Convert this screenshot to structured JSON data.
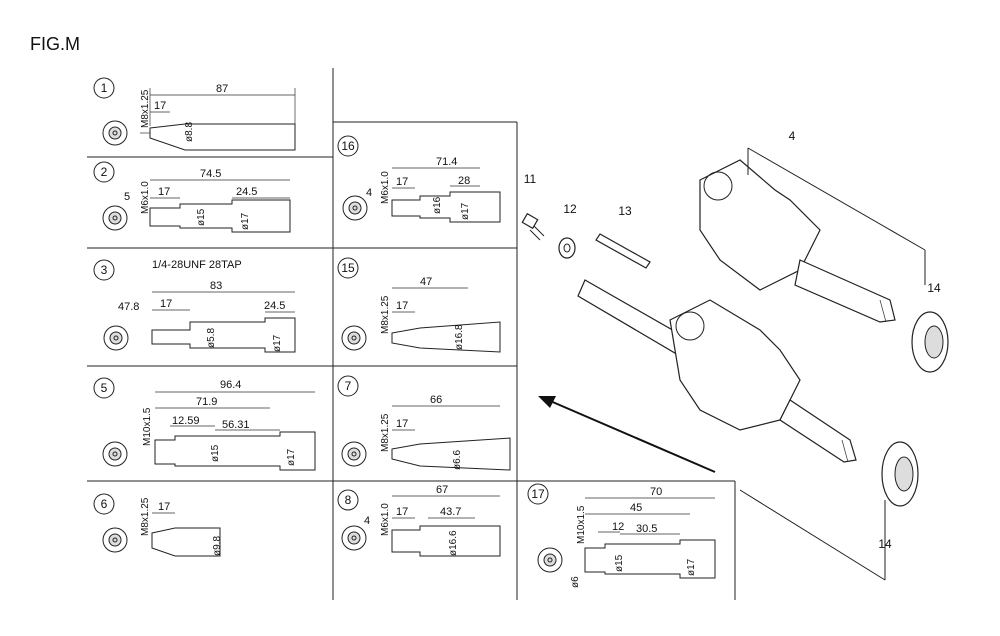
{
  "figure_label": "FIG.M",
  "shafts": [
    {
      "id": "1",
      "dims": [
        "87",
        "17"
      ],
      "thread": "M8x1.25",
      "dia": [
        "ø8.8"
      ]
    },
    {
      "id": "2",
      "dims": [
        "74.5",
        "17",
        "24.5",
        "5"
      ],
      "thread": "M6x1.0",
      "dia": [
        "ø15",
        "ø17"
      ]
    },
    {
      "id": "3",
      "dims": [
        "83",
        "17",
        "24.5",
        "47.8"
      ],
      "thread": "1/4-28UNF 28TAP",
      "dia": [
        "ø5.8",
        "ø17"
      ]
    },
    {
      "id": "5",
      "dims": [
        "96.4",
        "71.9",
        "12.59",
        "56.31"
      ],
      "thread": "M10x1.5",
      "dia": [
        "ø15",
        "ø17"
      ]
    },
    {
      "id": "6",
      "dims": [
        "17"
      ],
      "thread": "M8x1.25",
      "dia": [
        "ø9.8"
      ]
    },
    {
      "id": "16",
      "dims": [
        "71.4",
        "17",
        "28",
        "4"
      ],
      "thread": "M6x1.0",
      "dia": [
        "ø16",
        "ø17"
      ]
    },
    {
      "id": "15",
      "dims": [
        "47",
        "17"
      ],
      "thread": "M8x1.25",
      "dia": [
        "ø16.8"
      ]
    },
    {
      "id": "7",
      "dims": [
        "66",
        "17"
      ],
      "thread": "M8x1.25",
      "dia": [
        "ø6.6"
      ]
    },
    {
      "id": "8",
      "dims": [
        "67",
        "17",
        "43.7",
        "4"
      ],
      "thread": "M6x1.0",
      "dia": [
        "ø16.6"
      ]
    },
    {
      "id": "17",
      "dims": [
        "70",
        "45",
        "12",
        "30.5",
        "ø6"
      ],
      "thread": "M10x1.5",
      "dia": [
        "ø15",
        "ø17"
      ]
    }
  ],
  "callouts": [
    "4",
    "11",
    "12",
    "13",
    "14",
    "14"
  ]
}
